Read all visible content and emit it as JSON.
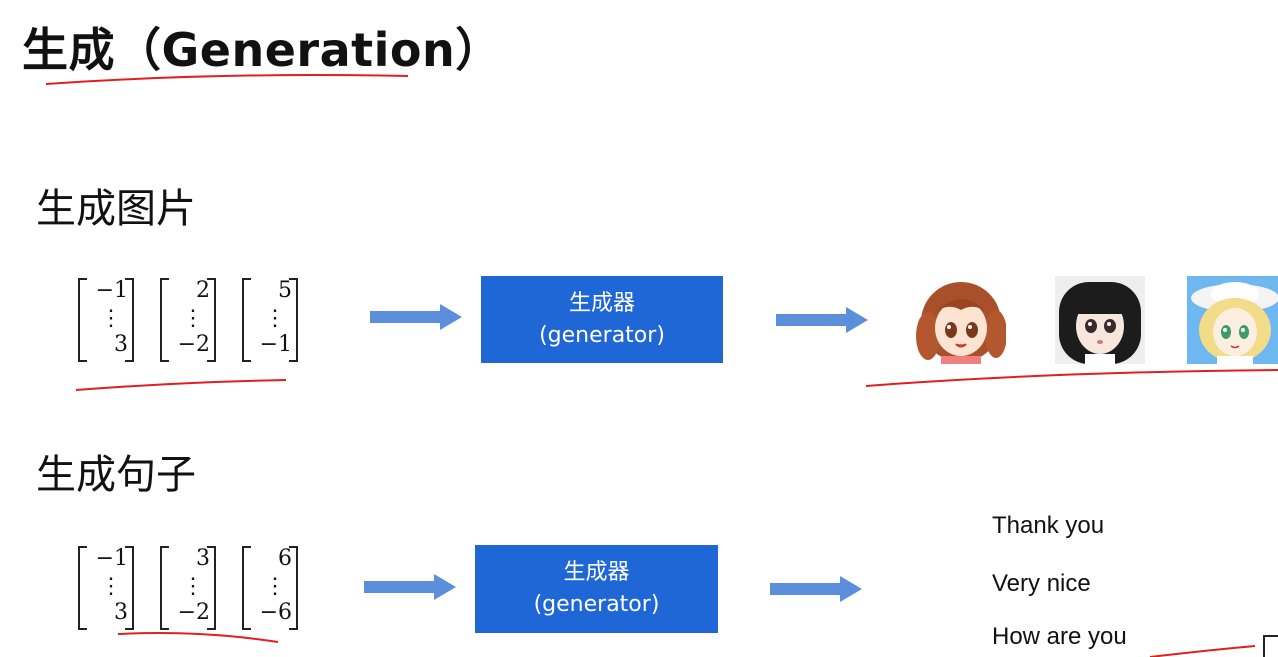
{
  "slide": {
    "title": "生成（Generation）"
  },
  "sections": [
    {
      "heading": "生成图片",
      "vectors": [
        {
          "top": "−1",
          "middle": "⋮",
          "bottom": "3"
        },
        {
          "top": "2",
          "middle": "⋮",
          "bottom": "−2"
        },
        {
          "top": "5",
          "middle": "⋮",
          "bottom": "−1"
        }
      ],
      "generator": {
        "label": "生成器",
        "sublabel": "(generator)"
      },
      "outputs": [
        {
          "icon": "anime-girl-brown-hair-face"
        },
        {
          "icon": "anime-girl-black-hair-face"
        },
        {
          "icon": "anime-girl-blonde-hat-face"
        }
      ]
    },
    {
      "heading": "生成句子",
      "vectors": [
        {
          "top": "−1",
          "middle": "⋮",
          "bottom": "3"
        },
        {
          "top": "3",
          "middle": "⋮",
          "bottom": "−2"
        },
        {
          "top": "6",
          "middle": "⋮",
          "bottom": "−6"
        }
      ],
      "generator": {
        "label": "生成器",
        "sublabel": "(generator)"
      },
      "outputs": [
        {
          "text": "Thank you"
        },
        {
          "text": "Very nice"
        },
        {
          "text": "How are you"
        }
      ]
    }
  ],
  "colors": {
    "generator_box": "#1f66d6",
    "arrow": "#5b8fdc",
    "annotation_ink": "#e02020"
  }
}
